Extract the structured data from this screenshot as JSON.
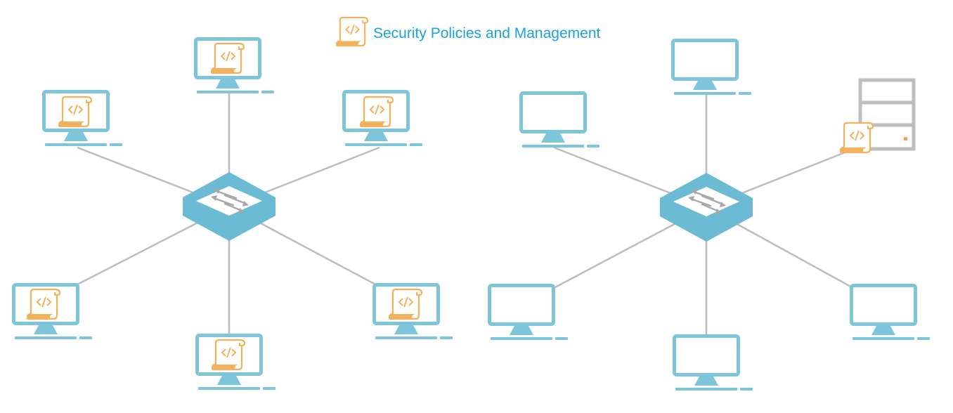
{
  "title": {
    "text": "Security Policies and Management",
    "icon": "policy-scroll-icon"
  },
  "colors": {
    "monitor": "#7CC5DB",
    "switch": "#6BBBD4",
    "switch_face": "#FFFFFF",
    "arrows": "#A8A8A8",
    "links": "#BDBDBD",
    "policy_scroll": "#F3B15C",
    "server": "#BEBEBE",
    "server_led": "#F3A25C",
    "title": "#1BA1E2"
  },
  "networks": [
    {
      "name": "managed-network",
      "hub": "network-switch-icon",
      "nodes": [
        {
          "type": "computer",
          "has_policy": true
        },
        {
          "type": "computer",
          "has_policy": true
        },
        {
          "type": "computer",
          "has_policy": true
        },
        {
          "type": "computer",
          "has_policy": true
        },
        {
          "type": "computer",
          "has_policy": true
        },
        {
          "type": "computer",
          "has_policy": true
        }
      ]
    },
    {
      "name": "server-managed-network",
      "hub": "network-switch-icon",
      "nodes": [
        {
          "type": "computer",
          "has_policy": false
        },
        {
          "type": "computer",
          "has_policy": false
        },
        {
          "type": "server",
          "has_policy": true
        },
        {
          "type": "computer",
          "has_policy": false
        },
        {
          "type": "computer",
          "has_policy": false
        },
        {
          "type": "computer",
          "has_policy": false
        }
      ]
    }
  ]
}
